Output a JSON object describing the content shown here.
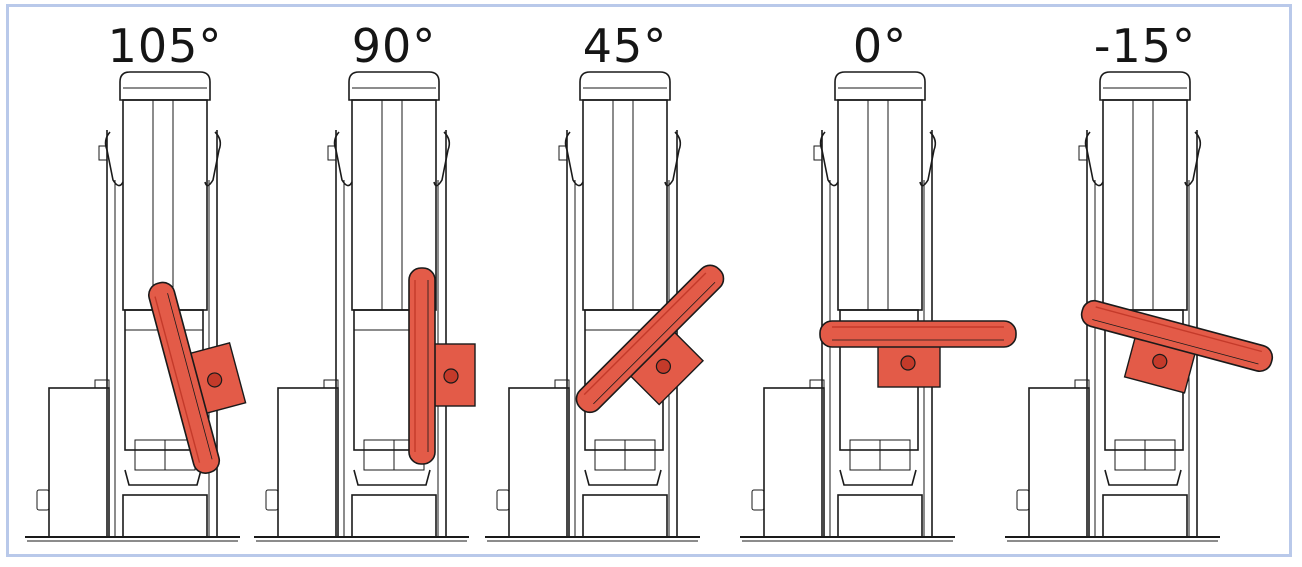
{
  "figure": {
    "colors": {
      "frame_border": "#b9c9ea",
      "line": "#1a1a1a",
      "detector": "#e35b48",
      "detector_dark": "#c43a2a",
      "background": "#ffffff"
    },
    "positions": [
      {
        "label": "105°",
        "angle": 105
      },
      {
        "label": "90°",
        "angle": 90
      },
      {
        "label": "45°",
        "angle": 45
      },
      {
        "label": "0°",
        "angle": 0
      },
      {
        "label": "-15°",
        "angle": -15
      }
    ]
  }
}
